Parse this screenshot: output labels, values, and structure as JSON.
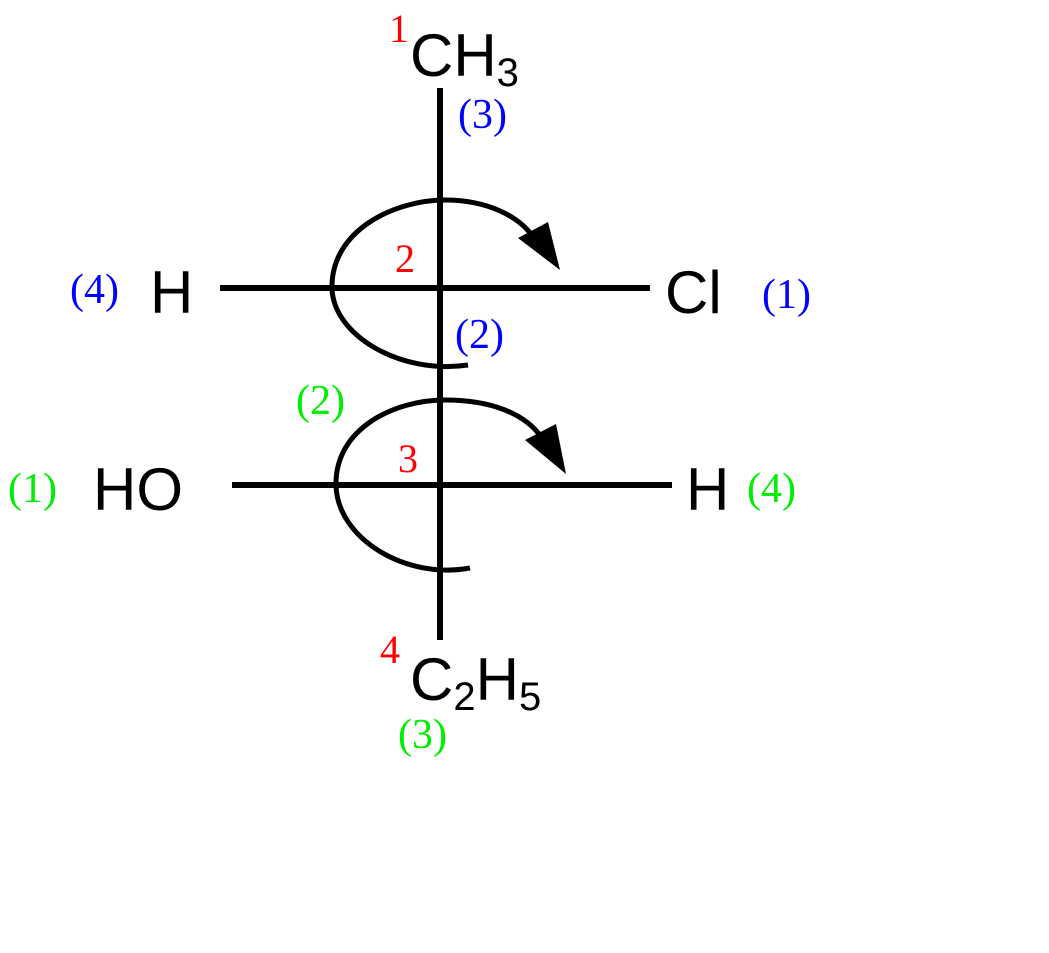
{
  "colors": {
    "carbon_number": "#ff0000",
    "priority_c2": "#0000ff",
    "priority_c3": "#00ee00",
    "structure": "#000000"
  },
  "carbons": {
    "c1": {
      "number": "1",
      "group_main": "CH",
      "group_sub": "3"
    },
    "c2": {
      "number": "2"
    },
    "c3": {
      "number": "3"
    },
    "c4": {
      "number": "4",
      "group_c": "C",
      "group_sub1": "2",
      "group_h": "H",
      "group_sub2": "5"
    }
  },
  "center_c2": {
    "left_group": "H",
    "right_group": "Cl",
    "priorities": {
      "top": "(3)",
      "left": "(4)",
      "right": "(1)",
      "bottom": "(2)"
    }
  },
  "center_c3": {
    "left_group": "HO",
    "right_group": "H",
    "priorities": {
      "top": "(2)",
      "left": "(1)",
      "right": "(4)",
      "bottom": "(3)"
    }
  },
  "icons": {
    "rotation_c2": "clockwise-arrow-icon",
    "rotation_c3": "clockwise-arrow-icon"
  }
}
